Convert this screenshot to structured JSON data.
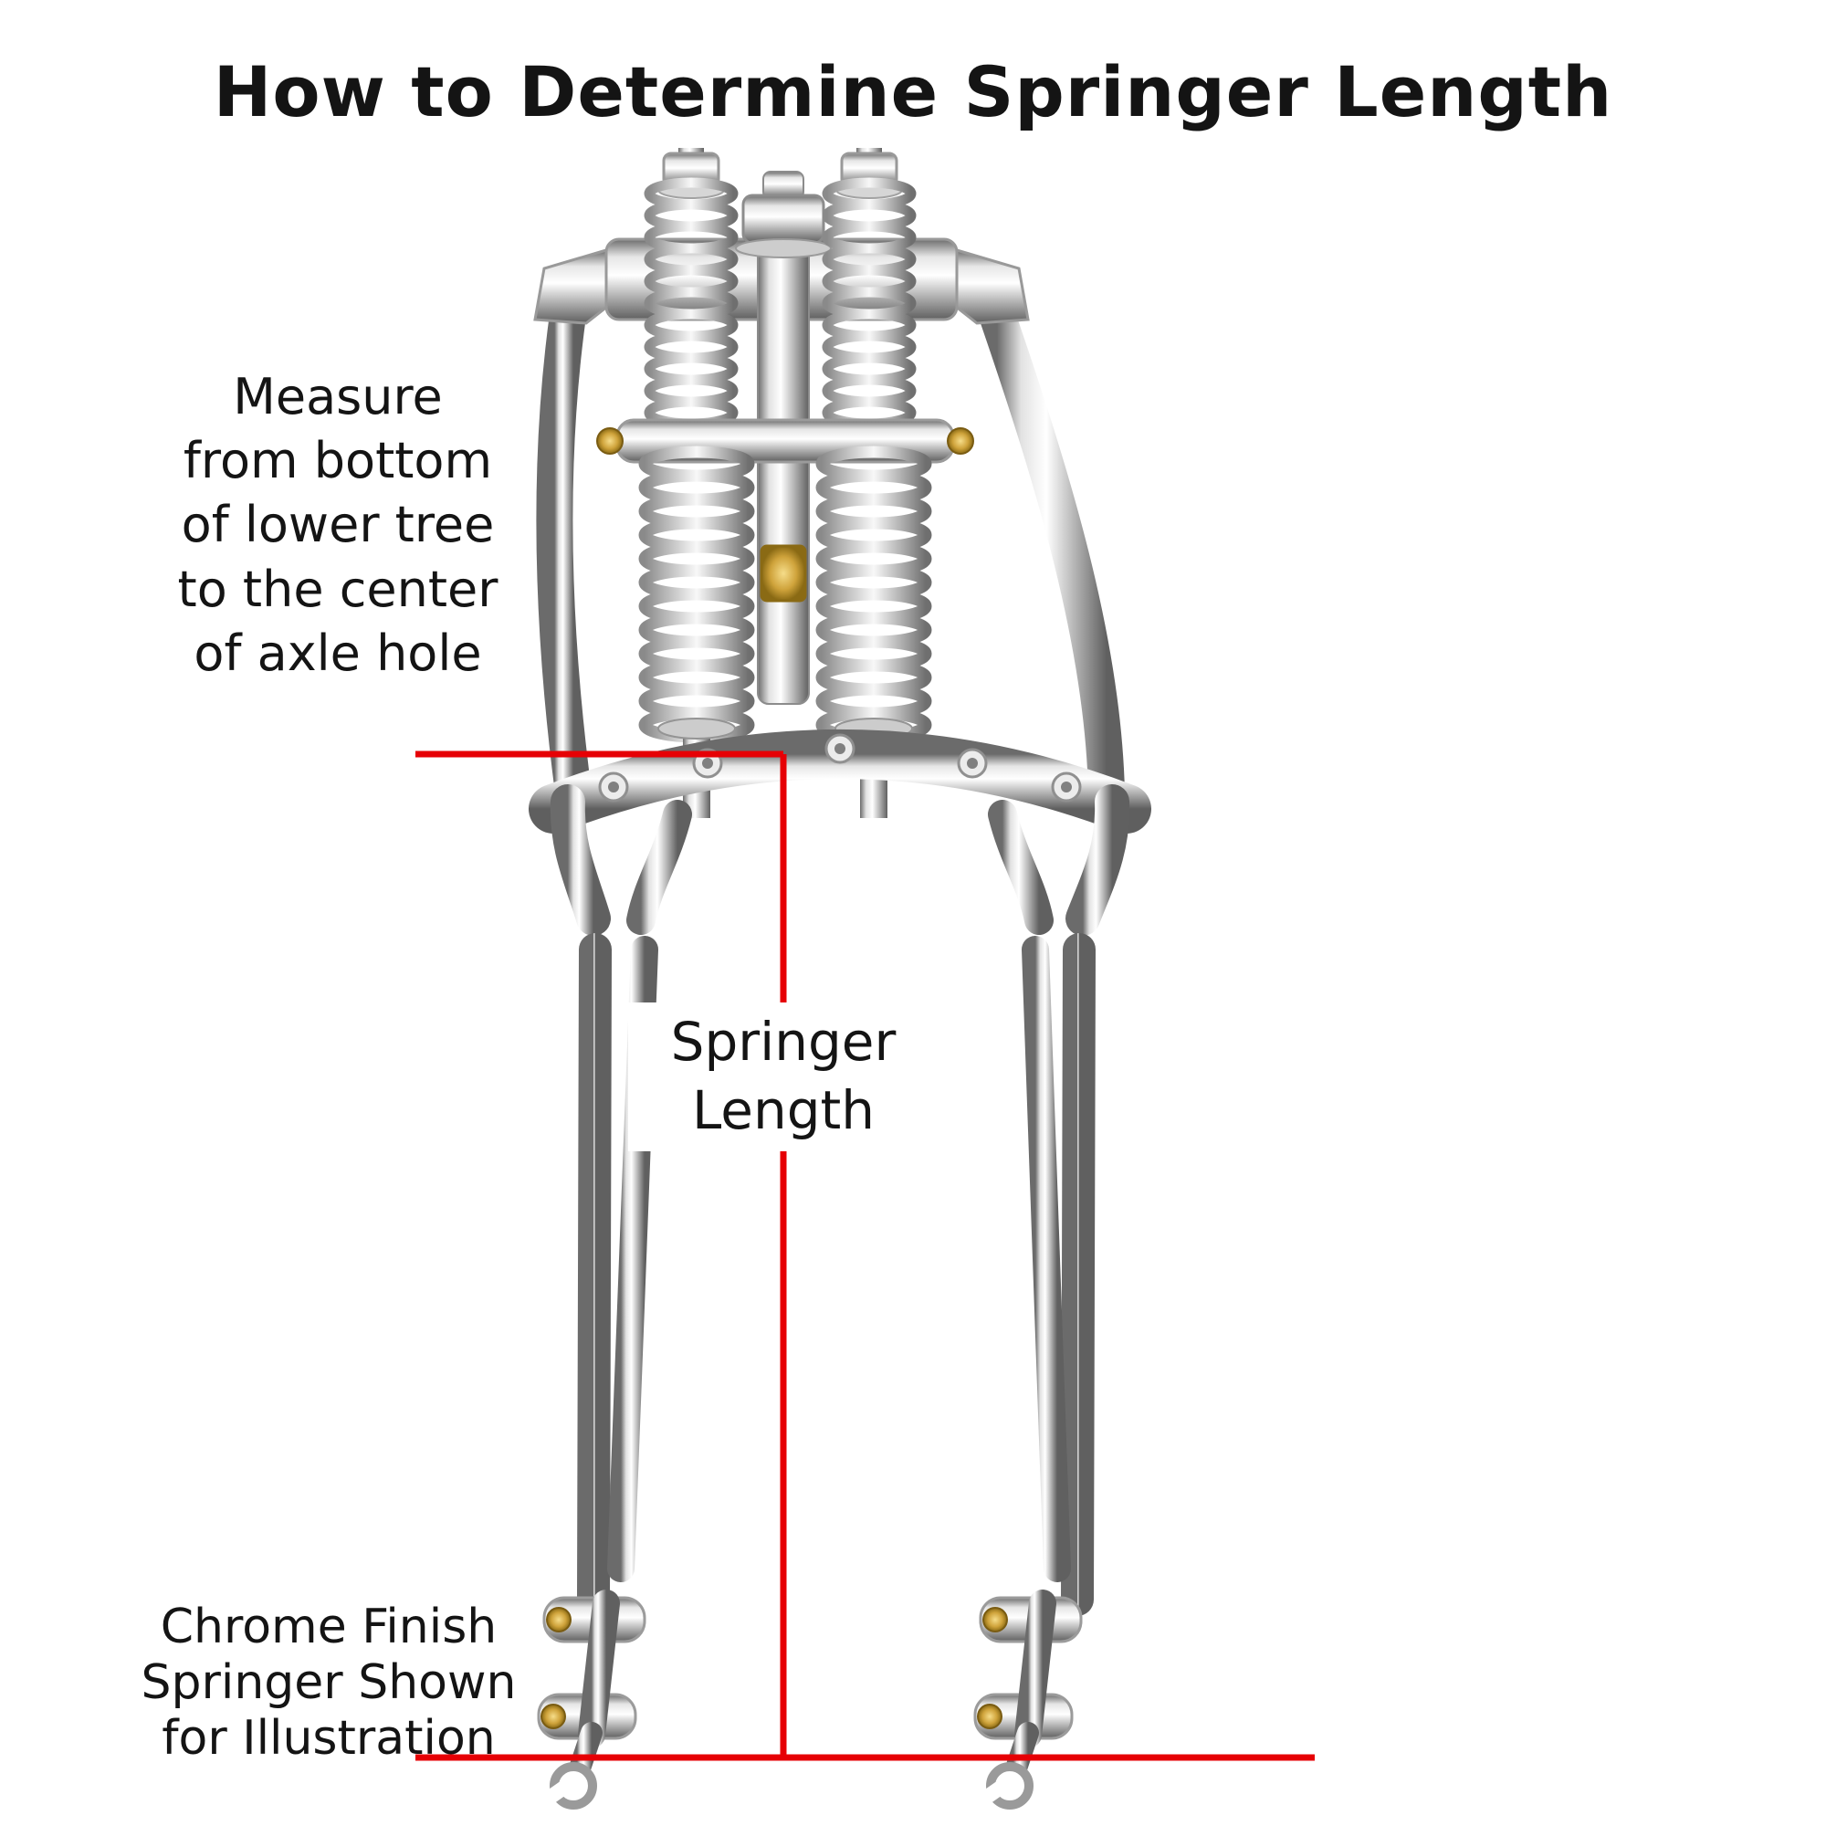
{
  "title": "How to Determine Springer Length",
  "annotations": {
    "measure_note": "Measure\nfrom bottom\nof lower tree\nto the center\nof axle hole",
    "springer_length": "Springer\nLength",
    "finish_note": "Chrome Finish\nSpringer Shown\nfor Illustration"
  },
  "colors": {
    "background": "#ffffff",
    "text": "#141414",
    "measurement_line": "#e60005",
    "chrome_highlight": "#ffffff",
    "chrome_shadow": "#6b6b6b",
    "brass": "#c9992e"
  }
}
